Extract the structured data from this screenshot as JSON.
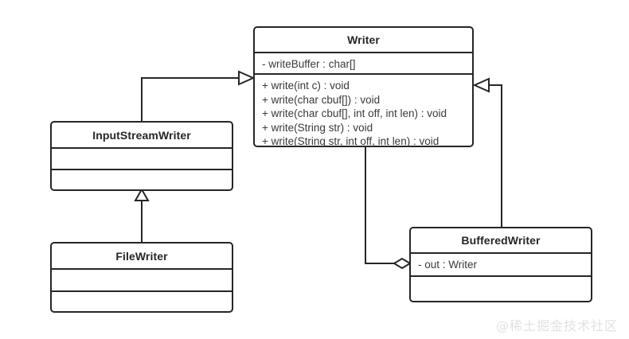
{
  "diagram": {
    "type": "uml-class-diagram",
    "background": "#ffffff",
    "line_color": "#262626",
    "text_color": "#3a3a3a",
    "classes": [
      {
        "id": "writer",
        "name": "Writer",
        "attributes": [
          "- writeBuffer : char[]"
        ],
        "methods": [
          "+ write(int c) : void",
          "+ write(char cbuf[]) : void",
          "+ write(char cbuf[], int off, int len) : void",
          "+ write(String str) : void",
          "+ write(String str, int off, int len) : void"
        ]
      },
      {
        "id": "inputstreamwriter",
        "name": "InputStreamWriter",
        "attributes": [],
        "methods": []
      },
      {
        "id": "filewriter",
        "name": "FileWriter",
        "attributes": [],
        "methods": []
      },
      {
        "id": "bufferedwriter",
        "name": "BufferedWriter",
        "attributes": [
          "- out :  Writer"
        ],
        "methods": []
      }
    ],
    "relationships": [
      {
        "id": "isw-extends-writer",
        "kind": "generalization",
        "from": "InputStreamWriter",
        "to": "Writer"
      },
      {
        "id": "fw-extends-isw",
        "kind": "generalization",
        "from": "FileWriter",
        "to": "InputStreamWriter"
      },
      {
        "id": "bw-extends-writer",
        "kind": "generalization",
        "from": "BufferedWriter",
        "to": "Writer"
      },
      {
        "id": "bw-aggregates-writer",
        "kind": "aggregation",
        "from": "BufferedWriter",
        "to": "Writer"
      }
    ]
  },
  "watermark": {
    "text": "@稀土掘金技术社区"
  }
}
